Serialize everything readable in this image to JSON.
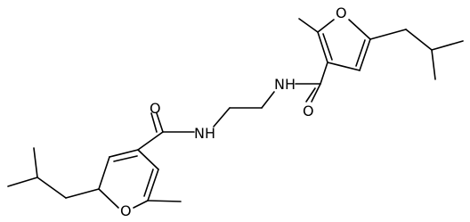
{
  "molecule": {
    "atom_labels": {
      "nh_left": "NH",
      "nh_right": "NH",
      "o_carbonyl_left": "O",
      "o_carbonyl_right": "O",
      "o_furan_left": "O",
      "o_furan_right": "O"
    }
  }
}
